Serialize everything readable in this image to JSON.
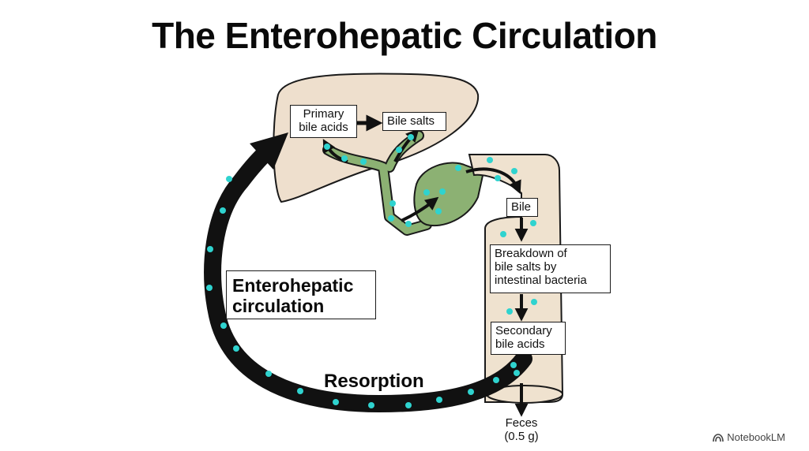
{
  "title": "The Enterohepatic Circulation",
  "labels": {
    "primary_bile_acids": "Primary\nbile acids",
    "bile_salts": "Bile salts",
    "bile": "Bile",
    "breakdown": "Breakdown of\nbile salts by\nintestinal bacteria",
    "secondary_bile_acids": "Secondary\nbile acids",
    "cycle": "Enterohepatic\ncirculation",
    "resorption": "Resorption",
    "feces": "Feces\n(0.5 g)"
  },
  "brand": {
    "name": "NotebookLM",
    "icon": "notebooklm-logo-icon"
  },
  "colors": {
    "liver": "#eedfcd",
    "gallbladder": "#8cb173",
    "intestine": "#efe2cf",
    "particle": "#2fd3cf",
    "arrow": "#111111"
  }
}
